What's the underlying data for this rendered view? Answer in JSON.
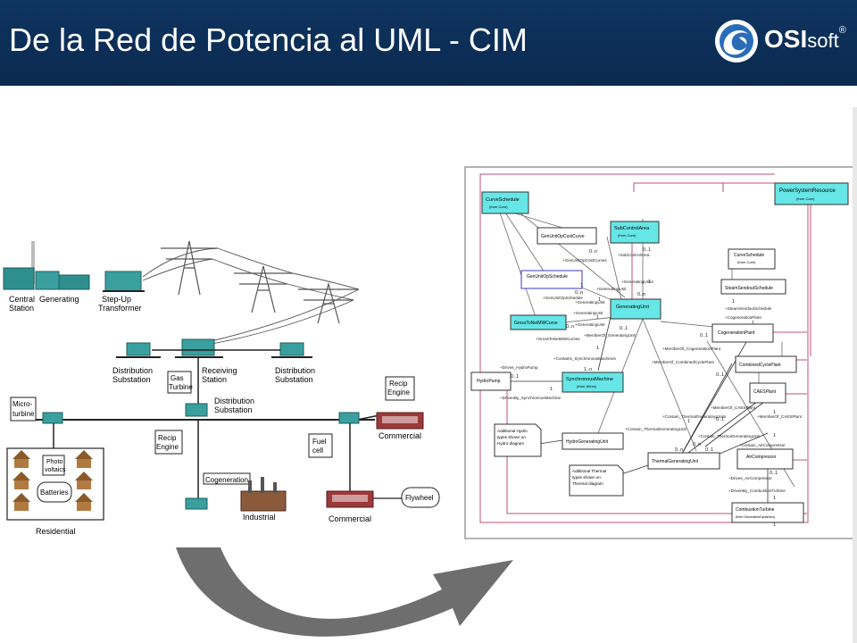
{
  "slide": {
    "title": "De la Red de Potencia al UML - CIM"
  },
  "logo": {
    "brand_bold": "OSI",
    "brand_light": "soft",
    "mark": "®",
    "icon": "osisoft-swirl-icon"
  },
  "grid": {
    "labels": {
      "central_station": [
        "Central",
        "Station"
      ],
      "generating": [
        "Generating"
      ],
      "step_up": [
        "Step-Up",
        "Transformer"
      ],
      "distribution_substation_left": [
        "Distribution",
        "Substation"
      ],
      "receiving_station": [
        "Receiving",
        "Station"
      ],
      "distribution_substation_right": [
        "Distribution",
        "Substation"
      ],
      "gas_turbine": [
        "Gas",
        "Turbine"
      ],
      "distribution_substation_center": [
        "Distribution",
        "Substation"
      ],
      "micro_turbine": [
        "Micro-",
        "turbine"
      ],
      "recip_engine_right": [
        "Recip",
        "Engine"
      ],
      "commercial_right": [
        "Commercial"
      ],
      "photo_voltaics": [
        "Photo",
        "voltaics"
      ],
      "batteries": [
        "Batteries"
      ],
      "residential": [
        "Residential"
      ],
      "recip_engine_center": [
        "Recip",
        "Engine"
      ],
      "fuel_cell": [
        "Fuel",
        "cell"
      ],
      "cogeneration": [
        "Cogeneration"
      ],
      "industrial": [
        "Industrial"
      ],
      "commercial_bottom": [
        "Commercial"
      ],
      "flywheel": [
        "Flywheel"
      ]
    }
  },
  "uml": {
    "classes": {
      "curve_schedule": [
        "CurveSchedule",
        "(from Core)"
      ],
      "subcontrol_area": [
        "SubControlArea",
        "(from Core)"
      ],
      "power_system_resource": [
        "PowerSystemResource",
        "(from Core)"
      ],
      "gen_unit_op_cost_curve": [
        "GenUnitOpCostCurve"
      ],
      "gen_unit_op_schedule": [
        "GenUnitOpSchedule"
      ],
      "generating_unit": [
        "GeneratingUnit"
      ],
      "gross_to_net": [
        "GrossToNetMWCurve"
      ],
      "curve_schedule_2": [
        "CurveSchedule",
        "(from Core)"
      ],
      "steam_sendout": [
        "SteamSendoutSchedule"
      ],
      "cogeneration_plant": [
        "CogenerationPlant"
      ],
      "combined_cycle": [
        "CombinedCyclePlant"
      ],
      "caes_plant": [
        "CAESPlant"
      ],
      "hydro_pump": [
        "HydroPump"
      ],
      "synchronous_machine": [
        "SynchronousMachine",
        "(from Wires)"
      ],
      "hydro_generating_unit": [
        "HydroGeneratingUnit"
      ],
      "thermal_generating_unit": [
        "ThermalGeneratingUnit"
      ],
      "air_compressor": [
        "AirCompressor"
      ],
      "combustion_turbine": [
        "CombustionTurbine",
        "(from GenerationDynamics)"
      ]
    },
    "notes": {
      "hydro_note": [
        "Additional Hydro",
        "types shown on",
        "Hydro diagram"
      ],
      "thermal_note": [
        "Additional Thermal",
        "types shown on",
        "Thermal diagram"
      ]
    },
    "roles": {
      "gen_unit_op_cost_curves": "+GenUnitOpCostCurves",
      "sub_control_area": "+SubControlArea",
      "generating_units": "+GeneratingUnits",
      "generating_unit": "+GeneratingUnit",
      "gen_unit_op_schedule": "+GenUnitOpSchedule",
      "gross_to_net_mw_curves": "+GrossToNetMWCurves",
      "member_of_generating_unit": "+MemberOf_GeneratingUnit",
      "contains_synchronous_machines": "+Contains_SynchronousMachines",
      "drives_hydro_pump": "+Drives_HydroPump",
      "driven_by_synchronous_machine": "+DrivenBy_SynchronousMachine",
      "steam_sendout_schedule": "+SteamSendoutSchedule",
      "cogeneration_plant": "+CogenerationPlant",
      "member_of_cogeneration_plant": "+MemberOf_CogenerationPlant",
      "member_of_combined_cycle_plant": "+MemberOf_CombinedCyclePlant",
      "contain_thermal_generating_units": "+Contain_ThermalGeneratingUnits",
      "member_of_caes_plant": "+MemberOf_CAESPlant",
      "member_of_caes_plant_2": "+MemberOf_CAESPlant",
      "contain_thermal_generating_unit": "+Contain_ThermalGeneratingUnit",
      "contain_thermal_generating_unit_2": "+Contain_ThermalGeneratingUnit",
      "contain_air_compressor": "+Contain_AirCompressor",
      "drives_air_compressor": "+Drives_AirCompressor",
      "driven_by_combustion_turbine": "+DrivenBy_CombustionTurbine"
    },
    "multiplicities": {
      "m_0n_a": "0..n",
      "m_1_a": "1",
      "m_01_a": "0..1",
      "m_1_b": "1",
      "m_0n_b": "0..n",
      "m_1_c": "1",
      "m_0n_c": "0..n",
      "m_1_d": "1",
      "m_0n_d": "0..n",
      "m_1_e": "1",
      "m_01_b": "0..1",
      "m_1n": "1..n",
      "m_01_c": "0..1",
      "m_1_f": "1",
      "m_01_d": "0..1",
      "m_01_e": "0..1",
      "m_1_g": "1",
      "m_0n_e": "0..n",
      "m_01_f": "0..1",
      "m_0n_f": "0..n",
      "m_1_h": "1",
      "m_1_i": "1",
      "m_1_j": "1",
      "m_1_k": "1",
      "m_1_l": "1",
      "m_01_g": "0..1",
      "m_01_h": "0..1",
      "m_1_m": "1"
    },
    "colors": {
      "highlight_fill": "#66e6e6",
      "assoc_line": "#c0507a",
      "border": "#333333"
    }
  },
  "arrow": {
    "icon": "curved-arrow-icon",
    "color": "#6e6e6e"
  }
}
